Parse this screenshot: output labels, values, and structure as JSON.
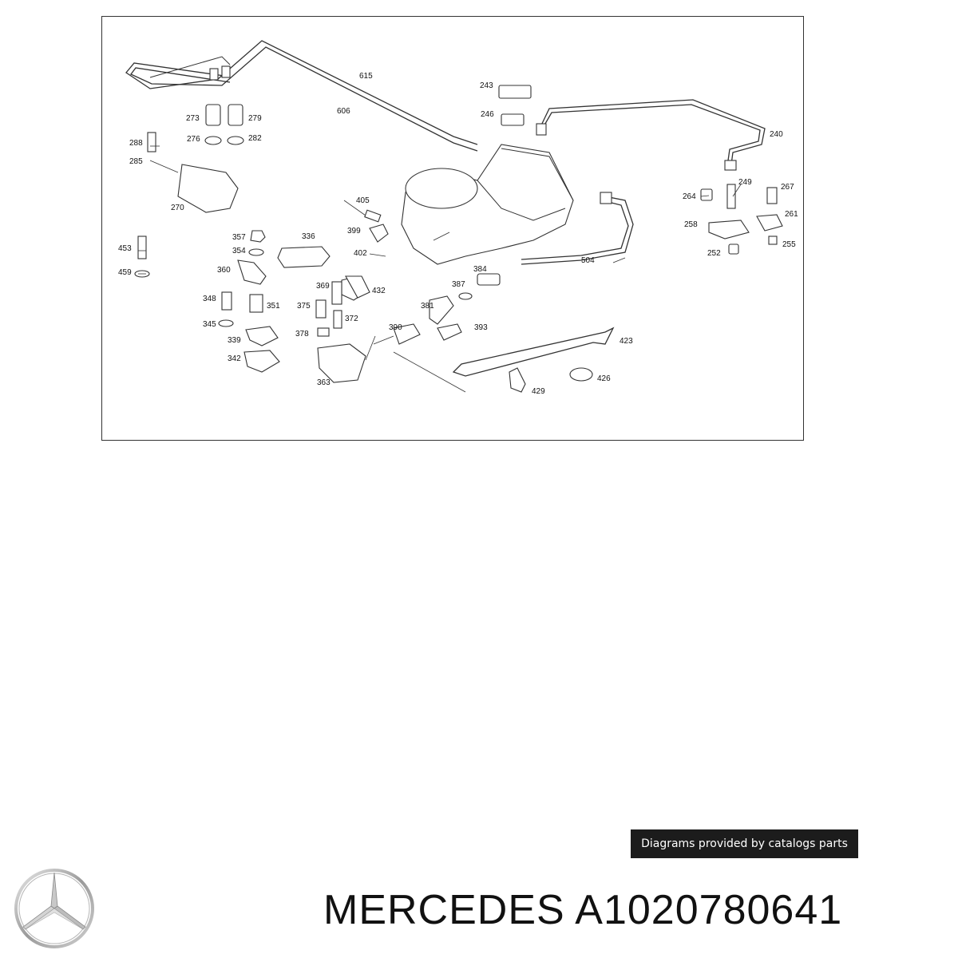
{
  "diagram": {
    "part_labels": [
      "615",
      "606",
      "243",
      "246",
      "240",
      "273",
      "279",
      "276",
      "282",
      "288",
      "285",
      "270",
      "405",
      "399",
      "336",
      "357",
      "354",
      "360",
      "453",
      "459",
      "402",
      "432",
      "369",
      "348",
      "351",
      "375",
      "372",
      "345",
      "378",
      "339",
      "342",
      "363",
      "384",
      "387",
      "381",
      "390",
      "393",
      "504",
      "264",
      "249",
      "267",
      "258",
      "261",
      "252",
      "255",
      "423",
      "429",
      "426"
    ]
  },
  "credit_badge": {
    "text": "Diagrams provided by catalogs parts"
  },
  "brand": {
    "logo_icon": "mercedes-star-icon",
    "part_number": "MERCEDES A1020780641"
  }
}
